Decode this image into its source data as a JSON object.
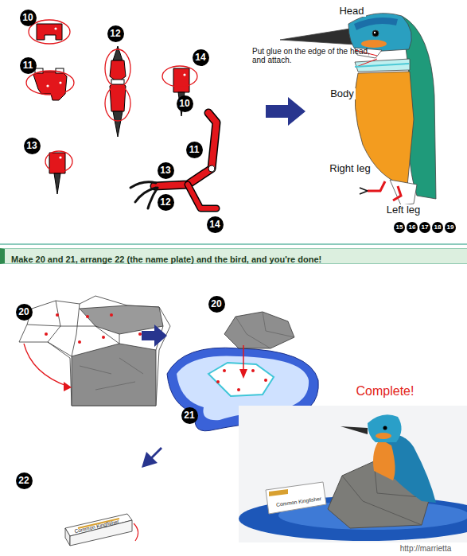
{
  "diagram": {
    "nodes": [
      {
        "text": [
          "Make 20 and 21, arrange 22 (the name plate) and the bird, and you're done!"
        ]
      }
    ],
    "labels": [
      "10",
      "11",
      "13",
      "12",
      "14",
      "10",
      "11",
      "13",
      "12",
      "14",
      "Head",
      "Put glue on the edge of the head, and attach.",
      "Body",
      "Right leg",
      "Left leg",
      "15",
      "16",
      "17",
      "18",
      "19",
      "20",
      "20",
      "21",
      "22",
      "Common Kingfisher",
      "Complete!",
      "Common Kingfisher",
      "http://marrietta"
    ]
  }
}
